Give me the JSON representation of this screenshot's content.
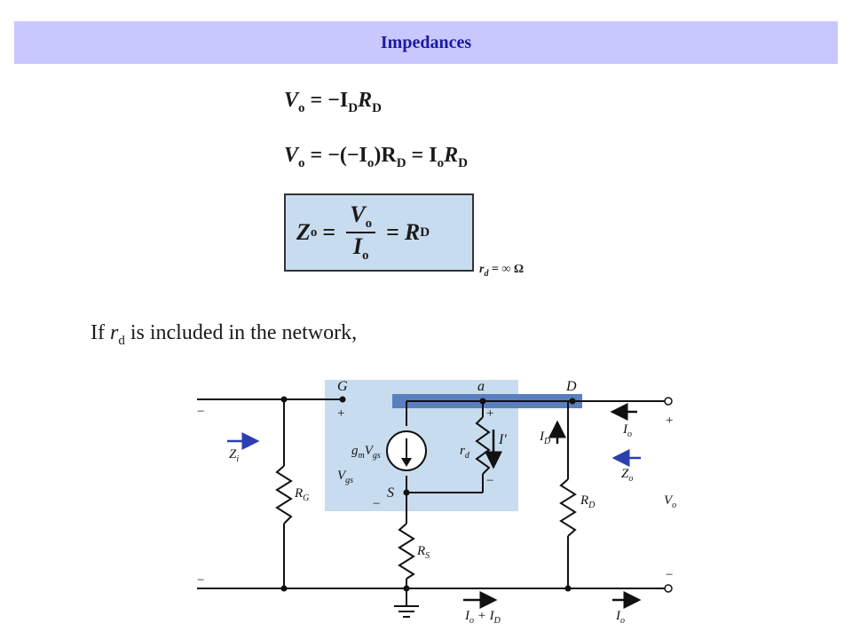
{
  "slide": {
    "title": "Impedances"
  },
  "equations": {
    "eq1": {
      "lhs": "V",
      "lhs_sub": "o",
      "rhs": "= −I",
      "rhs_sub1": "D",
      "rhs2": "R",
      "rhs_sub2": "D"
    },
    "eq2": {
      "text": "V",
      "lhs_sub": "o",
      "rhs": "= −(−I",
      "s1": "o",
      "r2": ")R",
      "s2": "D",
      "r3": "= I",
      "s3": "o",
      "r4": "R",
      "s4": "D"
    },
    "boxed": {
      "lhs": "Z",
      "lhs_sub": "o",
      "num": "V",
      "num_sub": "o",
      "den": "I",
      "den_sub": "o",
      "rhs": "R",
      "rhs_sub": "D",
      "eq_sign": "="
    },
    "condition": "r",
    "condition_sub": "d",
    "condition_tail": "= ∞ Ω"
  },
  "sentence": {
    "prefix": "If ",
    "var": "r",
    "var_sub": "d",
    "suffix": " is included in the network,"
  },
  "circuit": {
    "labels": {
      "G": "G",
      "a": "a",
      "D": "D",
      "S": "S",
      "gm": "g",
      "gm_sub": "m",
      "vgs": "V",
      "vgs_sub": "gs",
      "rd": "r",
      "rd_sub": "d",
      "Iprime": "I′",
      "ID": "I",
      "ID_sub": "D",
      "Io_top": "I",
      "Io_top_sub": "o",
      "Zo": "Z",
      "Zo_sub": "o",
      "Zi": "Z",
      "Zi_sub": "i",
      "RG": "R",
      "RG_sub": "G",
      "RD": "R",
      "RD_sub": "D",
      "RS": "R",
      "RS_sub": "S",
      "Vo": "V",
      "Vo_sub": "o",
      "Vgs_left": "V",
      "Vgs_left_sub": "gs",
      "IoID": "I",
      "IoID_sub1": "o",
      "IoID_plus": " + I",
      "IoID_sub2": "D",
      "Io_bottom": "I",
      "Io_bottom_sub": "o",
      "plus_G": "+",
      "minus_S": "−",
      "plus_rd": "+",
      "minus_rd": "−",
      "plus_out": "+",
      "minus_out": "−",
      "plus_in": "−",
      "minus_in": "−"
    },
    "colors": {
      "shade": "#c8dcef",
      "bar": "#5a7fbf",
      "arrow": "#2a3fb0"
    }
  }
}
